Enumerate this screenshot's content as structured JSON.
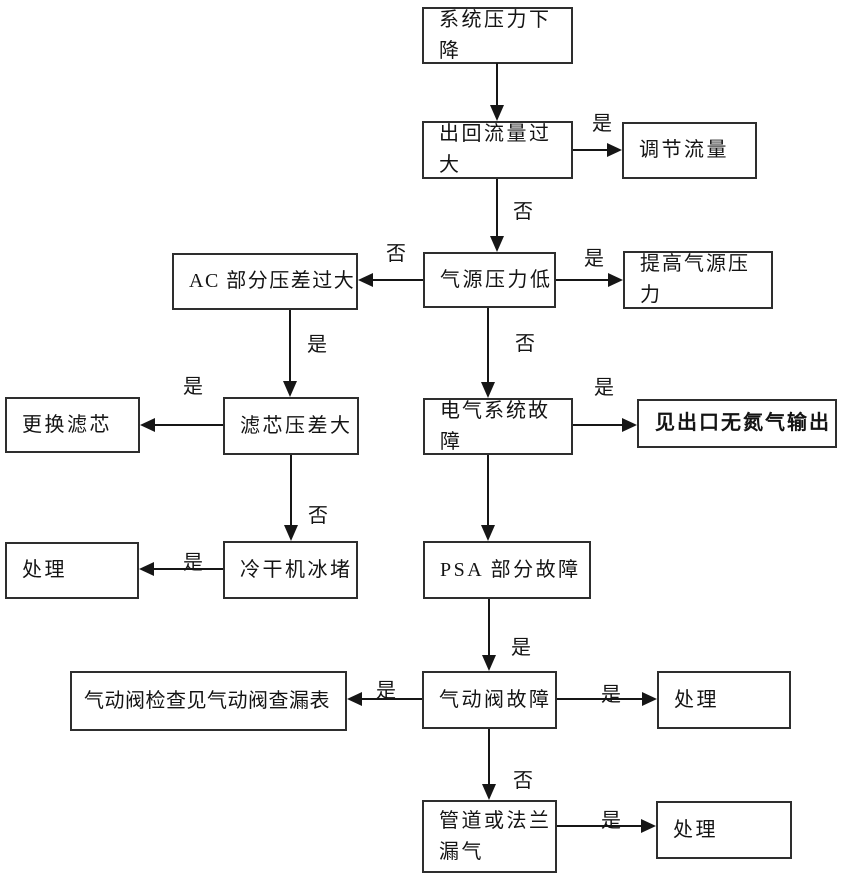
{
  "diagram": {
    "type": "flowchart",
    "background_color": "#ffffff",
    "line_color": "#161616",
    "nodes": {
      "system_pressure_drop": {
        "label": "系统压力下降"
      },
      "outlet_return_flow_too_large": {
        "label": "出回流量过大"
      },
      "adjust_flow": {
        "label": "调节流量"
      },
      "air_source_pressure_low": {
        "label": "气源压力低"
      },
      "ac_section_pressure_diff": {
        "label": "AC 部分压差过大"
      },
      "raise_air_source_pressure": {
        "label": "提高气源压力"
      },
      "filter_pressure_diff_large": {
        "label": "滤芯压差大"
      },
      "replace_filter": {
        "label": "更换滤芯"
      },
      "electrical_system_fault": {
        "label": "电气系统故障"
      },
      "see_outlet_no_nitrogen_output": {
        "label": "见出口无氮气输出"
      },
      "cold_dryer_ice_blockage": {
        "label": "冷干机冰堵"
      },
      "handle_left": {
        "label": "处理"
      },
      "psa_section_fault": {
        "label": "PSA 部分故障"
      },
      "pneumatic_valve_fault": {
        "label": "气动阀故障"
      },
      "pneumatic_valve_check": {
        "label": "气动阀检查见气动阀查漏表"
      },
      "handle_right_mid": {
        "label": "处理"
      },
      "pipe_or_flange_leak": {
        "label": "管道或法兰漏气"
      },
      "handle_right_bottom": {
        "label": "处理"
      }
    },
    "edge_labels": {
      "yes": "是",
      "no": "否"
    }
  }
}
